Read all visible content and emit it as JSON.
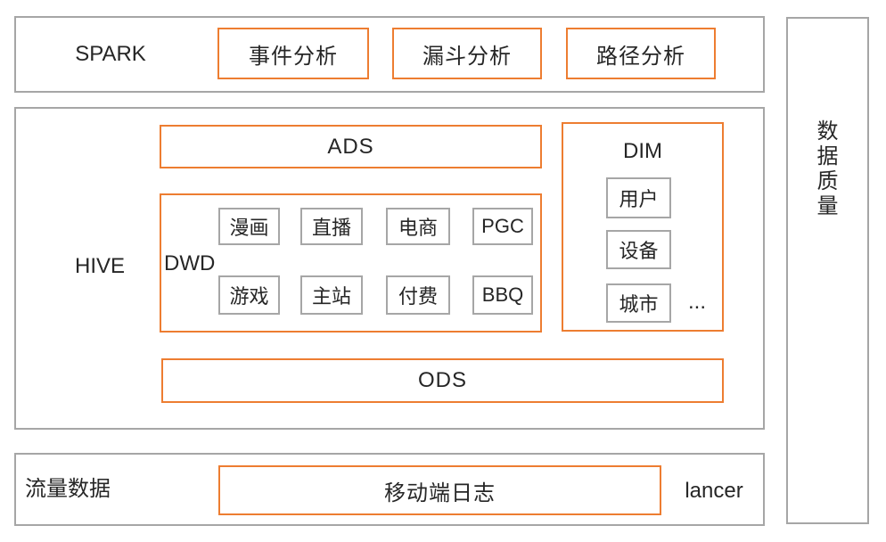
{
  "colors": {
    "accent": "#ED7D31",
    "border_gray": "#A6A6A6",
    "text": "#262626"
  },
  "spark_layer": {
    "label": "SPARK",
    "boxes": [
      "事件分析",
      "漏斗分析",
      "路径分析"
    ]
  },
  "hive_layer": {
    "label": "HIVE",
    "ads_label": "ADS",
    "dwd": {
      "label": "DWD",
      "row1": [
        "漫画",
        "直播",
        "电商",
        "PGC"
      ],
      "row2": [
        "游戏",
        "主站",
        "付费",
        "BBQ"
      ]
    },
    "dim": {
      "label": "DIM",
      "items": [
        "用户",
        "设备",
        "城市"
      ],
      "ellipsis": "..."
    },
    "ods_label": "ODS"
  },
  "traffic_layer": {
    "label": "流量数据",
    "box_label": "移动端日志",
    "side_label": "lancer"
  },
  "quality_bar": {
    "label": "数据质量"
  }
}
